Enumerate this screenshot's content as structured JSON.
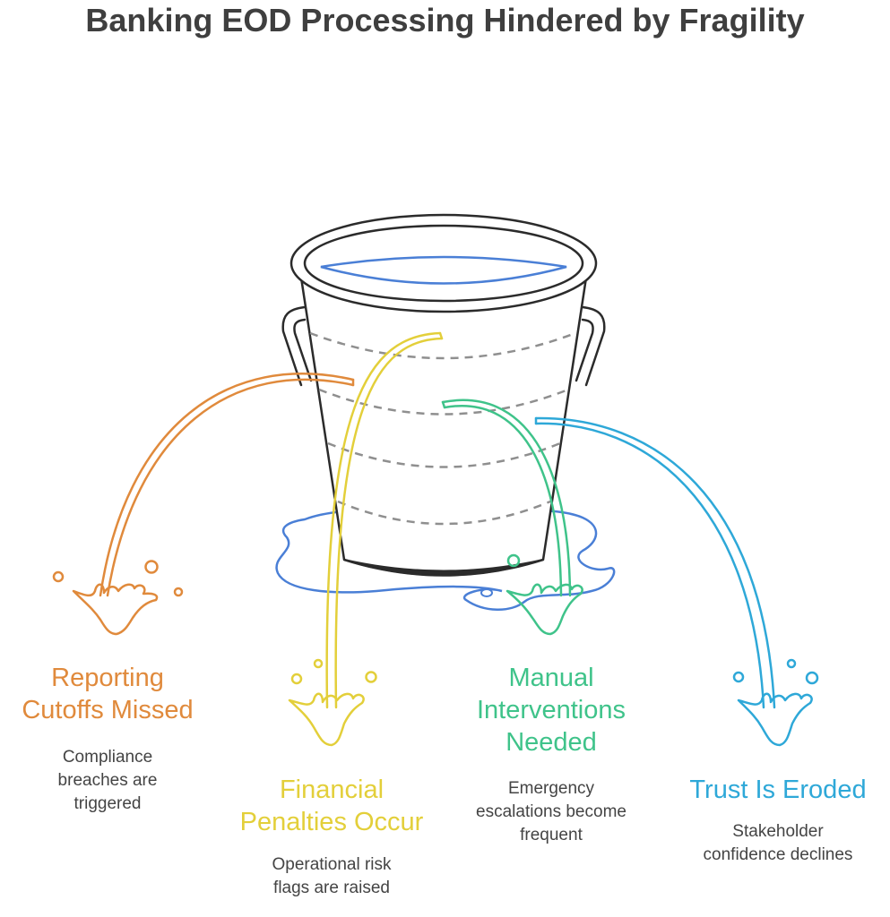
{
  "title": "Banking EOD Processing Hindered by Fragility",
  "colors": {
    "orange": "#e08a3c",
    "yellow": "#e3cf3a",
    "green": "#3fc38a",
    "blue": "#2ea8d8",
    "water": "#4a7fd6",
    "bucket_stroke": "#2b2b2b",
    "text": "#444444"
  },
  "outcomes": [
    {
      "label": "Reporting\nCutoffs Missed",
      "description": "Compliance\nbreaches are\ntriggered"
    },
    {
      "label": "Financial\nPenalties Occur",
      "description": "Operational risk\nflags are raised"
    },
    {
      "label": "Manual\nInterventions\nNeeded",
      "description": "Emergency\nescalations become\nfrequent"
    },
    {
      "label": "Trust Is Eroded",
      "description": "Stakeholder\nconfidence declines"
    }
  ]
}
